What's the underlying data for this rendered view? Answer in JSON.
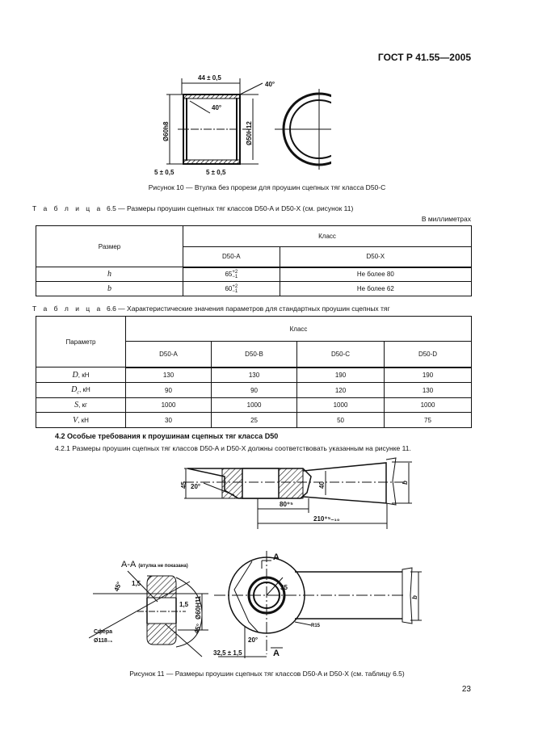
{
  "header": {
    "standard": "ГОСТ Р 41.55—2005"
  },
  "figure10": {
    "dims": {
      "length": "44 ± 0,5",
      "angle1": "40°",
      "angle2": "40°",
      "outer_d": "Ø60h8",
      "inner_d": "Ø50H12",
      "chamfer_left": "5 ± 0,5",
      "chamfer_right": "5 ± 0,5"
    },
    "caption": "Рисунок 10 — Втулка без прорези для проушин сцепных тяг класса D50-C"
  },
  "table65": {
    "label": "Т а б л и ц а",
    "title": "6.5 — Размеры проушин сцепных тяг классов D50-A и D50-X (см. рисунок 11)",
    "units": "В миллиметрах",
    "col_param": "Размер",
    "col_class": "Класс",
    "classes": [
      "D50-A",
      "D50-X"
    ],
    "rows": [
      {
        "param": "h",
        "a_base": "65",
        "a_upper": "+2",
        "a_lower": "−1",
        "x": "Не более 80"
      },
      {
        "param": "b",
        "a_base": "60",
        "a_upper": "+2",
        "a_lower": "−1",
        "x": "Не более 62"
      }
    ]
  },
  "table66": {
    "label": "Т а б л и ц а",
    "title": "6.6 — Характеристические значения параметров для стандартных проушин сцепных тяг",
    "col_param": "Параметр",
    "col_class": "Класс",
    "classes": [
      "D50-A",
      "D50-B",
      "D50-C",
      "D50-D"
    ],
    "rows": [
      {
        "sym": "D",
        "sub": "",
        "unit": ", кН",
        "values": [
          "130",
          "130",
          "190",
          "190"
        ]
      },
      {
        "sym": "D",
        "sub": "c",
        "unit": ", кН",
        "values": [
          "90",
          "90",
          "120",
          "130"
        ]
      },
      {
        "sym": "S",
        "sub": "",
        "unit": ", кг",
        "values": [
          "1000",
          "1000",
          "1000",
          "1000"
        ]
      },
      {
        "sym": "V",
        "sub": "",
        "unit": ", кН",
        "values": [
          "30",
          "25",
          "50",
          "75"
        ]
      }
    ]
  },
  "section42": {
    "heading": "4.2 Особые требования к проушинам сцепных тяг класса D50",
    "p421": "4.2.1 Размеры проушин сцепных тяг классов D50-A и D50-X должны соответствовать указанным на рисунке 11."
  },
  "figure11": {
    "top": {
      "h45": "45",
      "angle": "20°",
      "d40": "40",
      "len80": "80⁺⁵",
      "len210": "210⁺⁵₋₁₀",
      "b": "b"
    },
    "section_title": "А-А",
    "section_note": "(втулка не показана)",
    "section": {
      "angle1": "45°",
      "angle2": "45°",
      "c1": "1,5",
      "c2": "1,5",
      "bore": "Ø60H11",
      "sphere": "Сфера",
      "sphere_d": "Ø118₋₁"
    },
    "plan": {
      "a_mark": "А",
      "r35": "35",
      "r15": "R15",
      "angle": "20°",
      "offset": "32,5 ± 1,5",
      "b": "b"
    },
    "caption": "Рисунок 11 — Размеры проушин сцепных тяг классов D50-A и D50-X (см. таблицу 6.5)"
  },
  "page_number": "23"
}
